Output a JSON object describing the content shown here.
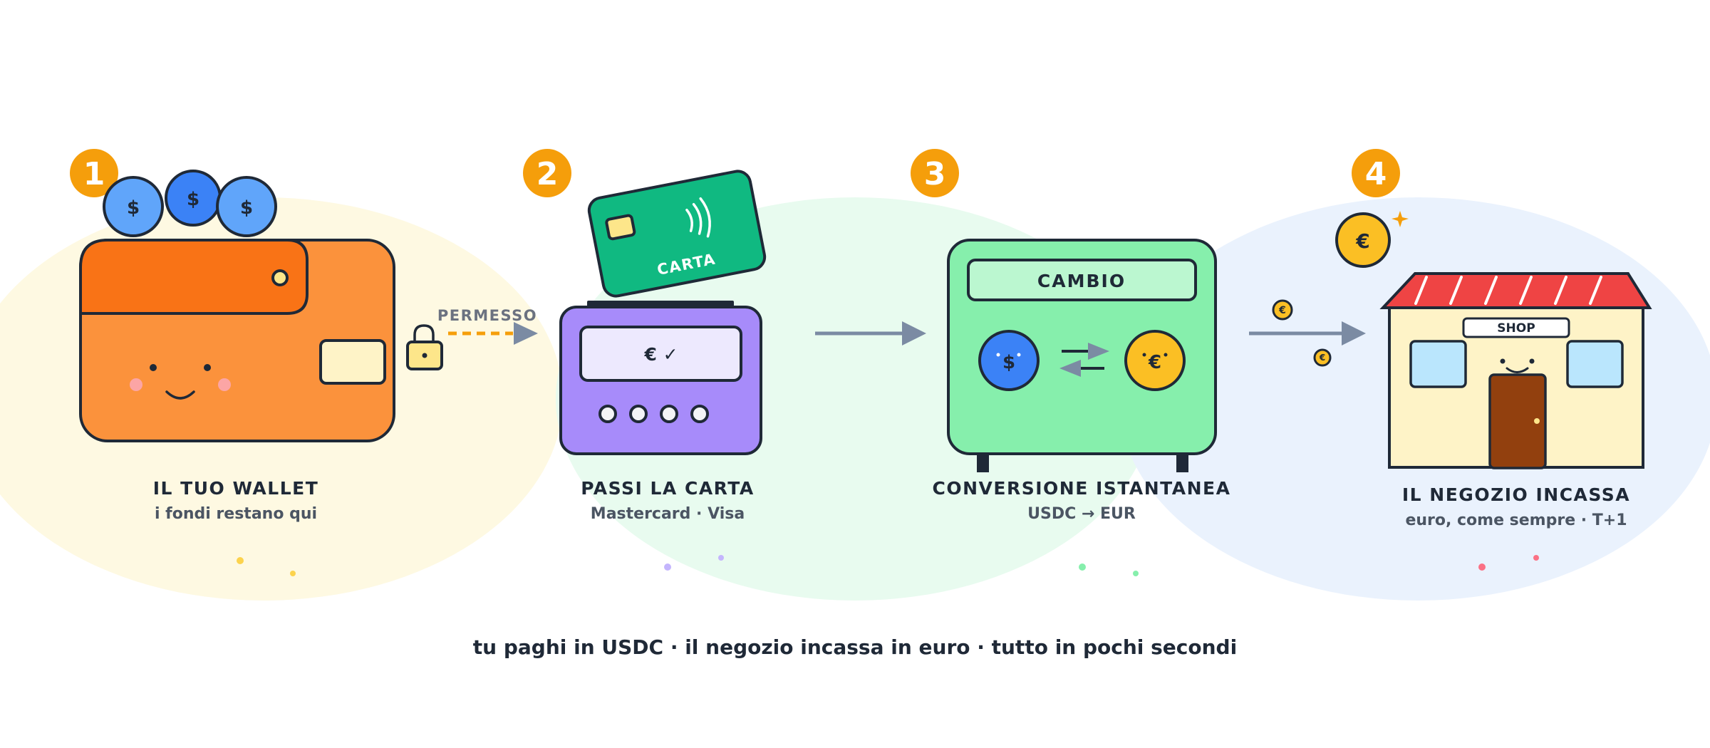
{
  "steps": [
    {
      "number": "1",
      "title": "IL TUO WALLET",
      "subtitle": "i fondi restano qui"
    },
    {
      "number": "2",
      "title": "PASSI LA CARTA",
      "subtitle": "Mastercard · Visa"
    },
    {
      "number": "3",
      "title": "CONVERSIONE ISTANTANEA",
      "subtitle": "USDC → EUR"
    },
    {
      "number": "4",
      "title": "IL NEGOZIO INCASSA",
      "subtitle": "euro, come sempre · T+1"
    }
  ],
  "wallet": {
    "coin_symbol": "$"
  },
  "permission": {
    "label": "PERMESSO"
  },
  "card": {
    "label": "CARTA",
    "terminal_display": "€ ✓"
  },
  "exchange": {
    "label": "CAMBIO",
    "from_symbol": "$",
    "to_symbol": "€"
  },
  "shop": {
    "sign": "SHOP",
    "coin_symbol": "€"
  },
  "tagline": "tu paghi in USDC · il negozio incassa in euro · tutto in pochi secondi",
  "colors": {
    "badge": "#f59e0b",
    "wallet_body": "#fb923c",
    "wallet_flap": "#f97316",
    "coin_blue": "#60a5fa",
    "card_green": "#10b981",
    "terminal_purple": "#a78bfa",
    "exchange_green": "#86efac",
    "coin_gold": "#fbbf24",
    "shop_awning": "#ef4444",
    "arrow": "#7b8ba3"
  }
}
